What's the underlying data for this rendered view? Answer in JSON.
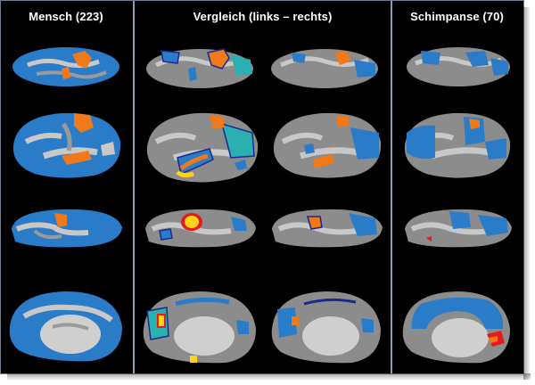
{
  "panels": [
    {
      "title": "Mensch (223)"
    },
    {
      "title": "Vergleich (links – rechts)"
    },
    {
      "title": "Schimpanse (70)"
    }
  ],
  "colors": {
    "background": "#000000",
    "blue": "#2b7cc8",
    "gray_light": "#c8c8c8",
    "gray_dark": "#8c8c8c",
    "orange": "#f07a1a",
    "yellow": "#ffd21a",
    "red": "#e51a1a",
    "navy": "#1a2a8c",
    "teal": "#2ab0b0",
    "divider": "#8aa2b8"
  },
  "views": [
    "top",
    "lateral",
    "ventral",
    "medial"
  ],
  "icons": [
    "brain-surface-image"
  ]
}
